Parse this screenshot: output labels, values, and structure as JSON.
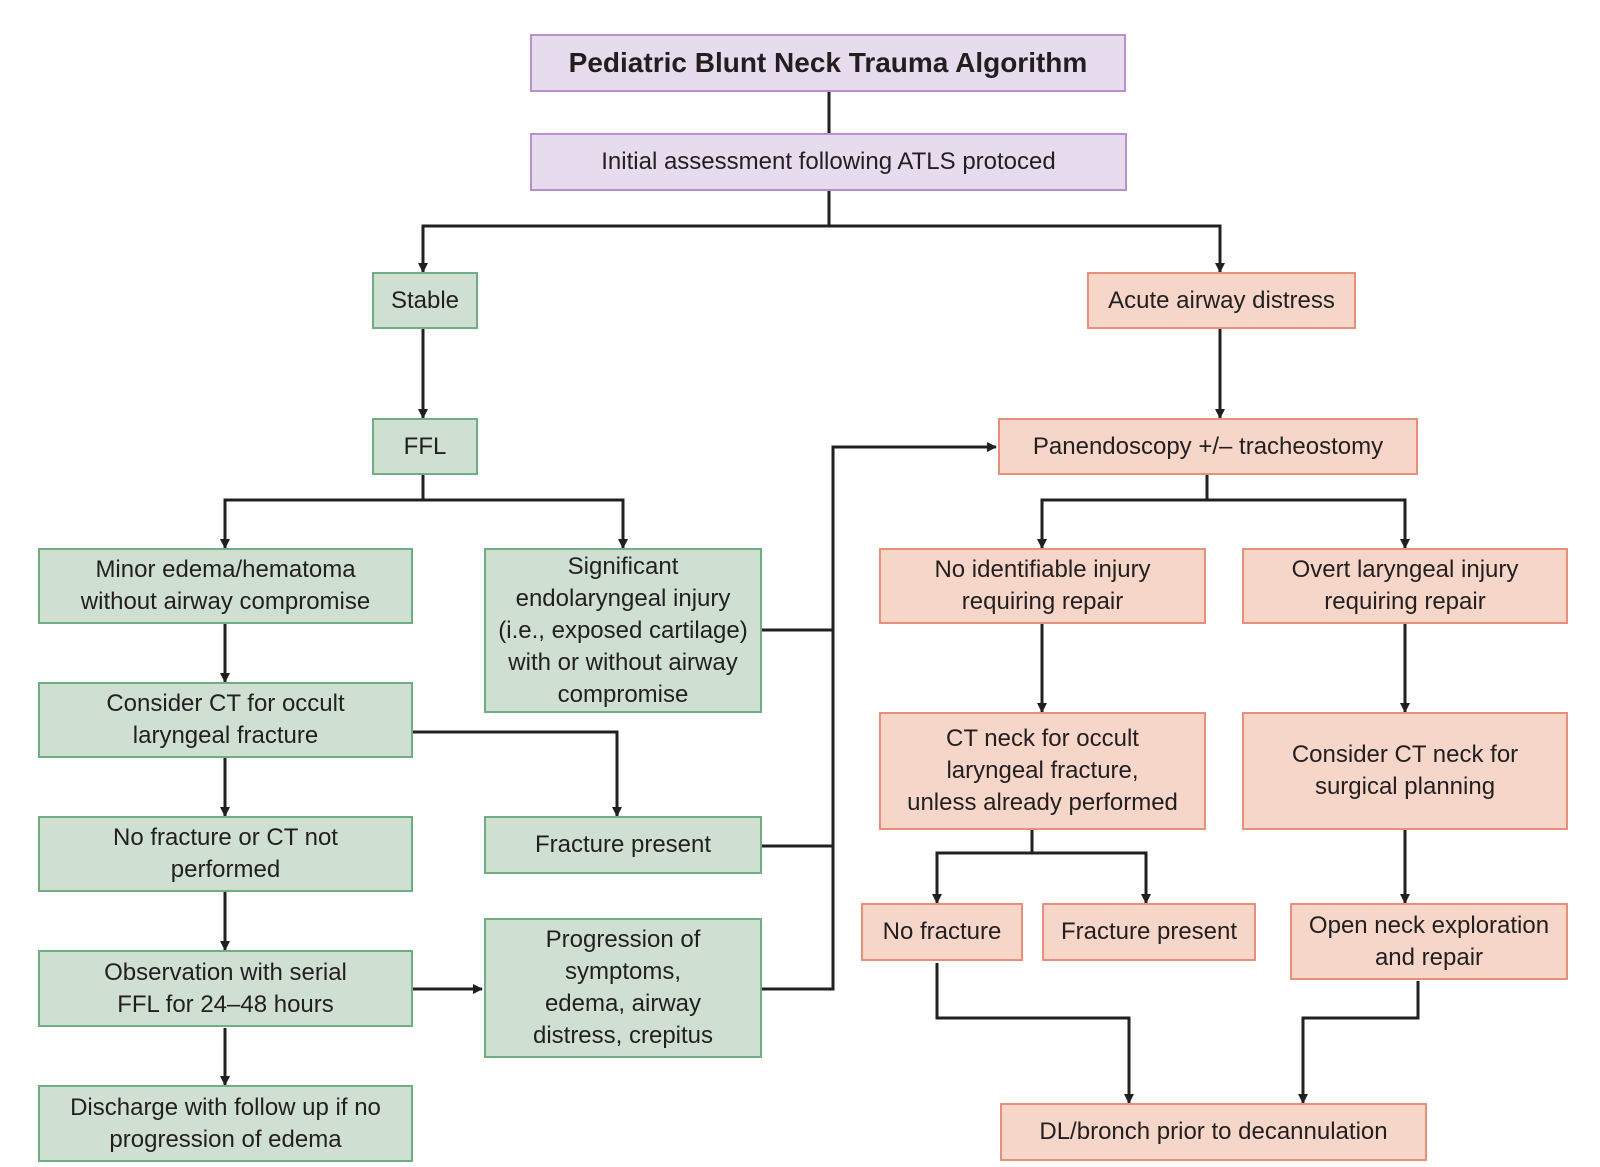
{
  "title": "Pediatric Blunt Neck Trauma Algorithm",
  "colors": {
    "purple": "#e6dcee",
    "green": "#cfe0d2",
    "orange": "#f6d6c8",
    "line": "#231f20"
  },
  "nodes": {
    "initial": "Initial assessment following ATLS protoced",
    "stable": "Stable",
    "acute": "Acute airway distress",
    "ffl": "FFL",
    "panendoscopy": "Panendoscopy +/– tracheostomy",
    "minor": "Minor edema/hematoma\nwithout airway compromise",
    "significant": "Significant\nendolaryngeal injury\n(i.e., exposed cartilage)\nwith or without airway\ncompromise",
    "no_injury": "No identifiable injury\nrequiring repair",
    "overt": "Overt laryngeal injury\nrequiring repair",
    "consider_ct": "Consider CT for occult\nlaryngeal fracture",
    "ct_neck": "CT neck for occult\nlaryngeal fracture,\nunless already performed",
    "consider_ct_neck": "Consider CT neck for\nsurgical planning",
    "no_fracture_ct": "No fracture or CT not\nperformed",
    "fracture_present_left": "Fracture present",
    "no_fracture_right": "No fracture",
    "fracture_present_right": "Fracture present",
    "open_neck": "Open neck exploration\nand repair",
    "observation": "Observation with serial\nFFL for 24–48 hours",
    "progression": "Progression of\nsymptoms,\nedema, airway\ndistress, crepitus",
    "discharge": "Discharge with follow up if no\nprogression of edema",
    "dl_bronch": "DL/bronch prior to decannulation"
  }
}
